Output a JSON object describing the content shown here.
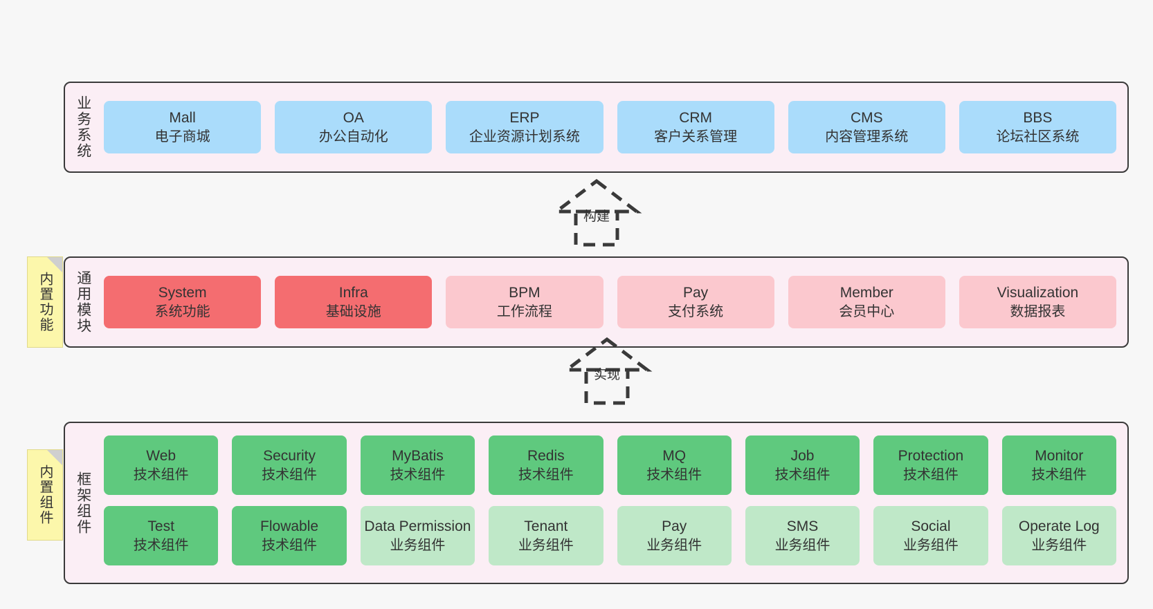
{
  "diagram": {
    "background_color": "#f7f7f7",
    "band_fill": "#fbeef5",
    "band_border": "#3a3a3a",
    "note_fill": "#fcf7ab"
  },
  "sections": [
    {
      "id": "business",
      "label": "业务系统",
      "note": null,
      "cards": [
        {
          "title": "Mall",
          "subtitle": "电子商城",
          "color": "#aadcfb",
          "style": "c-blue"
        },
        {
          "title": "OA",
          "subtitle": "办公自动化",
          "color": "#aadcfb",
          "style": "c-blue"
        },
        {
          "title": "ERP",
          "subtitle": "企业资源计划系统",
          "color": "#aadcfb",
          "style": "c-blue"
        },
        {
          "title": "CRM",
          "subtitle": "客户关系管理",
          "color": "#aadcfb",
          "style": "c-blue"
        },
        {
          "title": "CMS",
          "subtitle": "内容管理系统",
          "color": "#aadcfb",
          "style": "c-blue"
        },
        {
          "title": "BBS",
          "subtitle": "论坛社区系统",
          "color": "#aadcfb",
          "style": "c-blue"
        }
      ]
    },
    {
      "id": "modules",
      "label": "通用模块",
      "note": "内置功能",
      "cards": [
        {
          "title": "System",
          "subtitle": "系统功能",
          "color": "#f46d70",
          "style": "c-red"
        },
        {
          "title": "Infra",
          "subtitle": "基础设施",
          "color": "#f46d70",
          "style": "c-red"
        },
        {
          "title": "BPM",
          "subtitle": "工作流程",
          "color": "#fbc8ce",
          "style": "c-pink"
        },
        {
          "title": "Pay",
          "subtitle": "支付系统",
          "color": "#fbc8ce",
          "style": "c-pink"
        },
        {
          "title": "Member",
          "subtitle": "会员中心",
          "color": "#fbc8ce",
          "style": "c-pink"
        },
        {
          "title": "Visualization",
          "subtitle": "数据报表",
          "color": "#fbc8ce",
          "style": "c-pink"
        }
      ]
    },
    {
      "id": "framework",
      "label": "框架组件",
      "note": "内置组件",
      "rows": [
        [
          {
            "title": "Web",
            "subtitle": "技术组件",
            "color": "#5fc97e",
            "style": "c-green"
          },
          {
            "title": "Security",
            "subtitle": "技术组件",
            "color": "#5fc97e",
            "style": "c-green"
          },
          {
            "title": "MyBatis",
            "subtitle": "技术组件",
            "color": "#5fc97e",
            "style": "c-green"
          },
          {
            "title": "Redis",
            "subtitle": "技术组件",
            "color": "#5fc97e",
            "style": "c-green"
          },
          {
            "title": "MQ",
            "subtitle": "技术组件",
            "color": "#5fc97e",
            "style": "c-green"
          },
          {
            "title": "Job",
            "subtitle": "技术组件",
            "color": "#5fc97e",
            "style": "c-green"
          },
          {
            "title": "Protection",
            "subtitle": "技术组件",
            "color": "#5fc97e",
            "style": "c-green"
          },
          {
            "title": "Monitor",
            "subtitle": "技术组件",
            "color": "#5fc97e",
            "style": "c-green"
          }
        ],
        [
          {
            "title": "Test",
            "subtitle": "技术组件",
            "color": "#5fc97e",
            "style": "c-green"
          },
          {
            "title": "Flowable",
            "subtitle": "技术组件",
            "color": "#5fc97e",
            "style": "c-green"
          },
          {
            "title": "Data Permission",
            "subtitle": "业务组件",
            "color": "#bfe8c8",
            "style": "c-greenlight"
          },
          {
            "title": "Tenant",
            "subtitle": "业务组件",
            "color": "#bfe8c8",
            "style": "c-greenlight"
          },
          {
            "title": "Pay",
            "subtitle": "业务组件",
            "color": "#bfe8c8",
            "style": "c-greenlight"
          },
          {
            "title": "SMS",
            "subtitle": "业务组件",
            "color": "#bfe8c8",
            "style": "c-greenlight"
          },
          {
            "title": "Social",
            "subtitle": "业务组件",
            "color": "#bfe8c8",
            "style": "c-greenlight"
          },
          {
            "title": "Operate Log",
            "subtitle": "业务组件",
            "color": "#bfe8c8",
            "style": "c-greenlight"
          }
        ]
      ]
    }
  ],
  "connectors": [
    {
      "id": "build",
      "label": "构建",
      "direction": "up",
      "style": "dashed-generalization"
    },
    {
      "id": "implement",
      "label": "实现",
      "direction": "up",
      "style": "dashed-generalization"
    }
  ]
}
